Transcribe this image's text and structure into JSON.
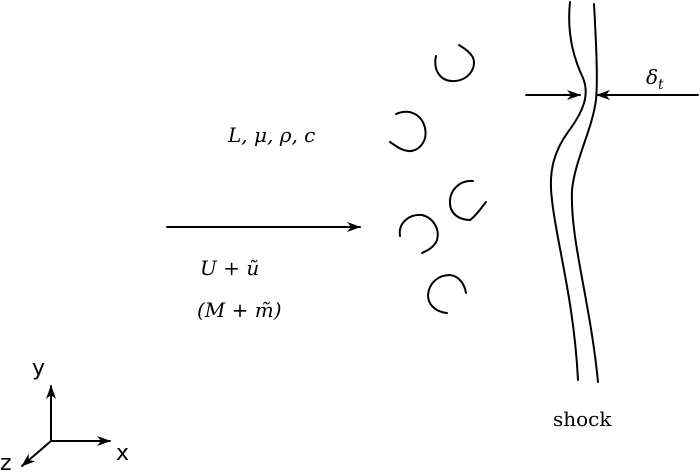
{
  "labels": {
    "turbulence_params": "L, μ, ρ, c",
    "velocity": "U + ũ",
    "mach": "(M + m̃)",
    "shock": "shock",
    "thickness": "δt",
    "thickness_symbol": "δ",
    "thickness_subscript": "t"
  },
  "axes": {
    "x": "x",
    "y": "y",
    "z": "z"
  }
}
